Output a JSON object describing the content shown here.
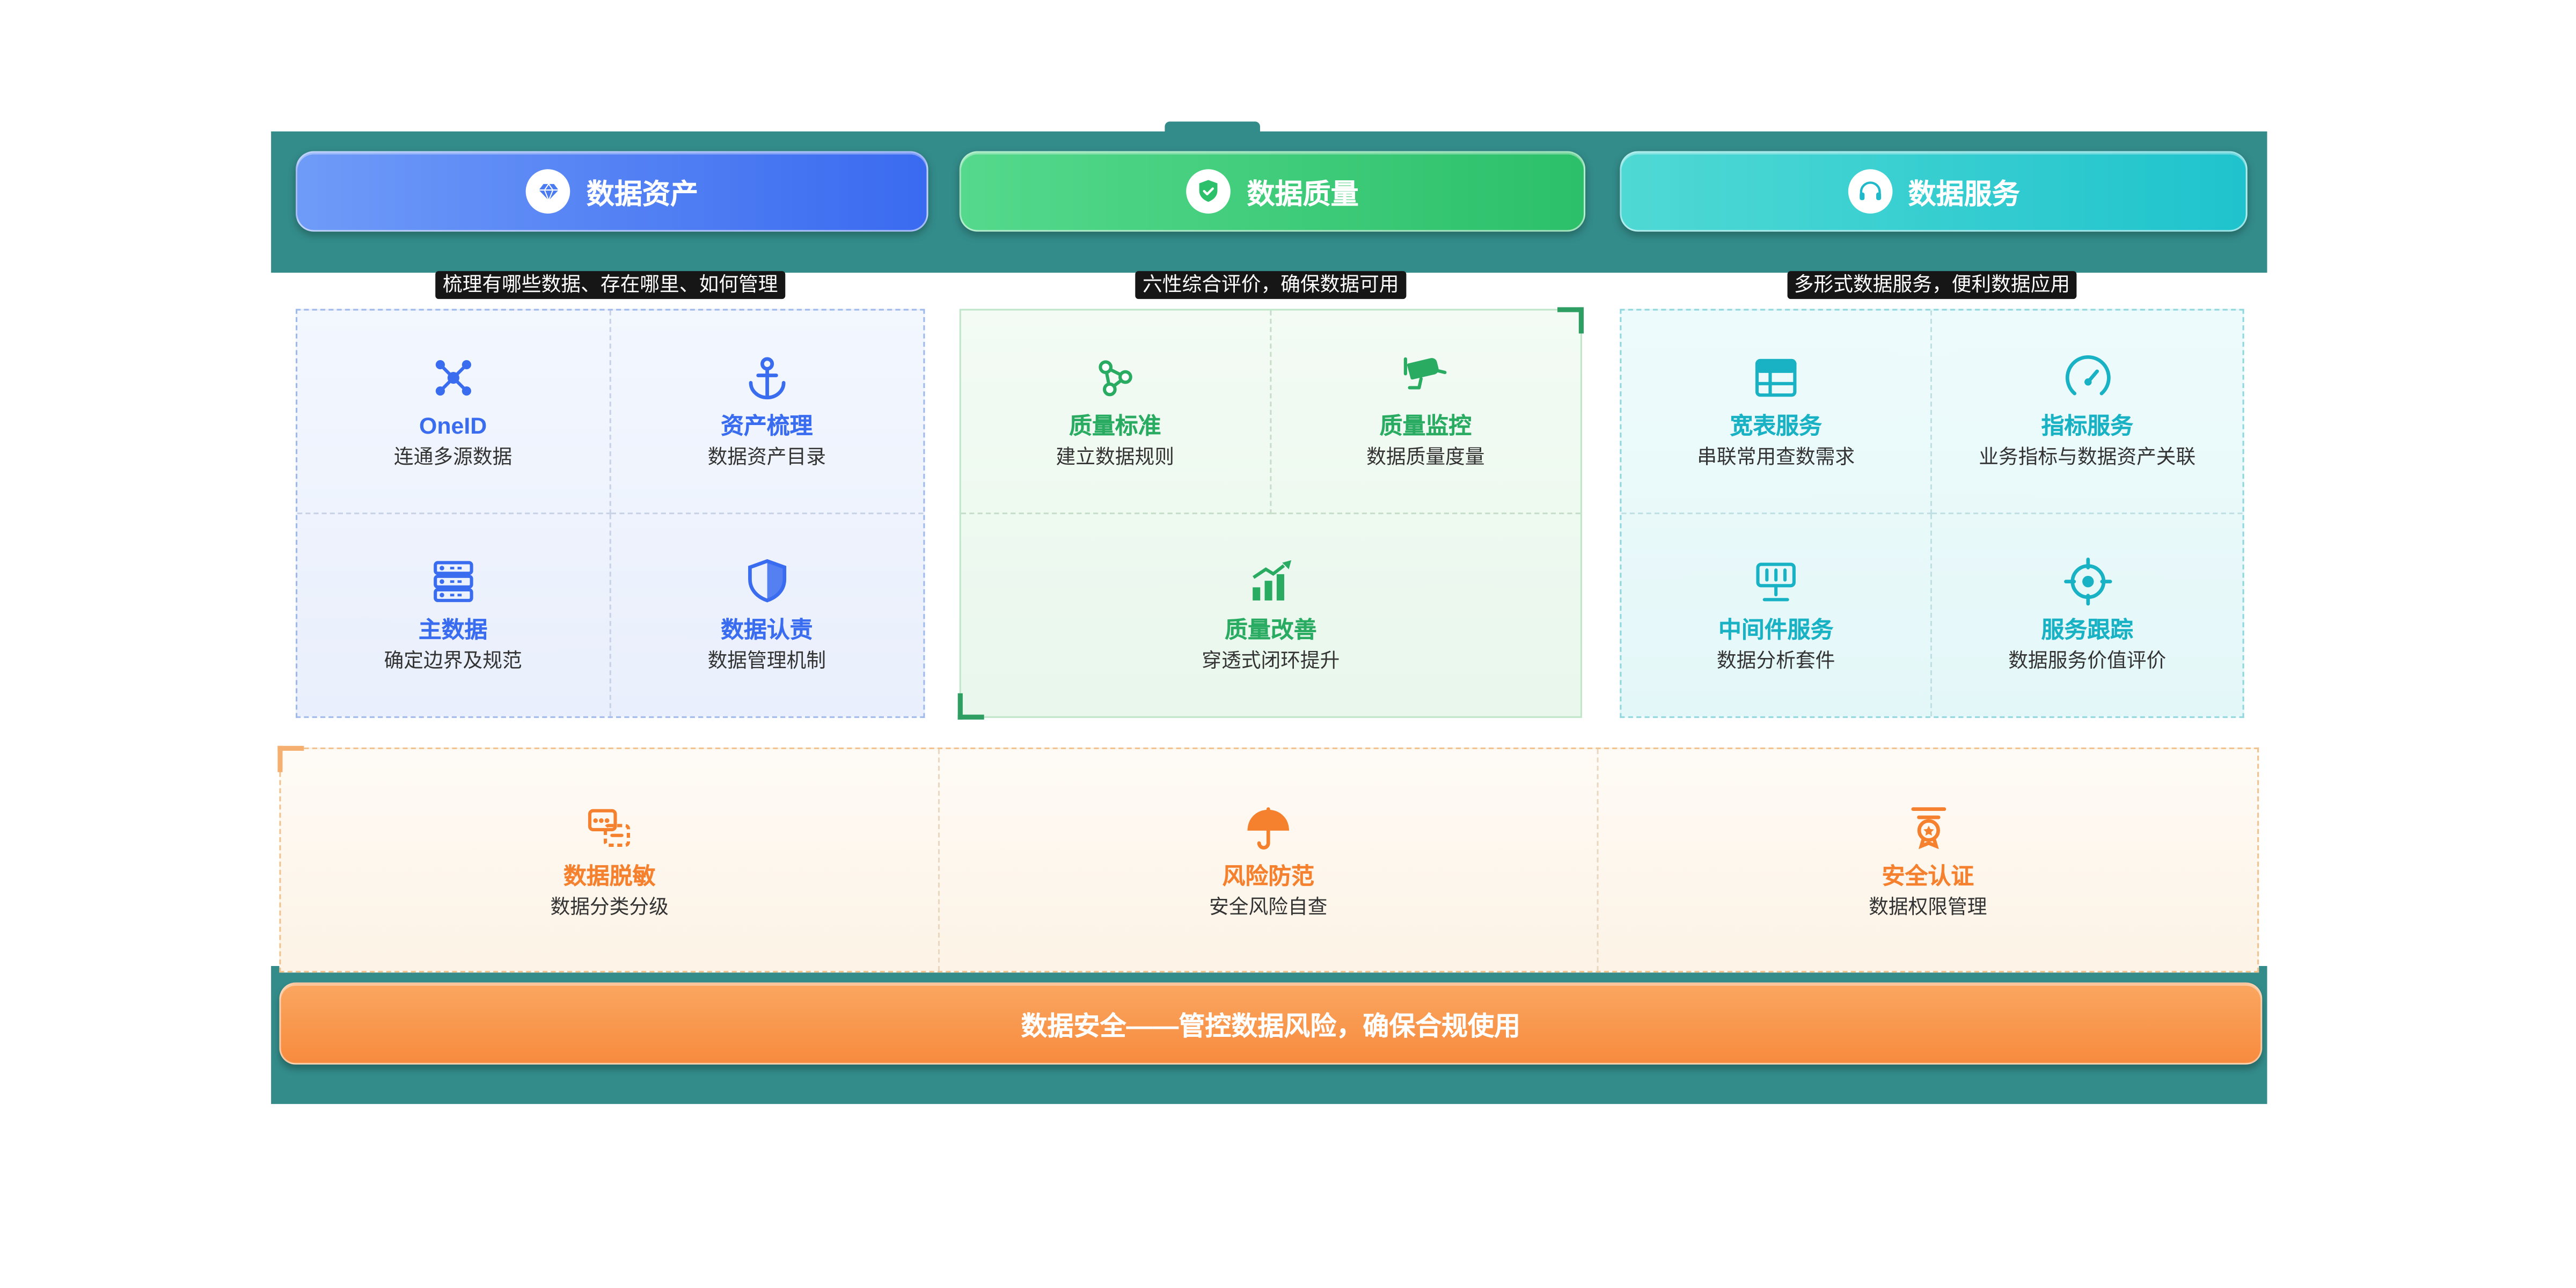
{
  "colors": {
    "teal": "#338c8a",
    "blue": "#3a6cf0",
    "green": "#29ab62",
    "cyan": "#18b2c4",
    "orange": "#f5802e",
    "text_dark": "#333333",
    "pill_blue_from": "#6f9bf8",
    "pill_blue_to": "#3a6af0",
    "pill_green_from": "#55d98c",
    "pill_green_to": "#2cc06a",
    "pill_cyan_from": "#4fd9d4",
    "pill_cyan_to": "#1fc3cd",
    "banner_from": "#faa660",
    "banner_to": "#f78b3e"
  },
  "tabs": [
    {
      "label": "数据资产",
      "subtitle": "梳理有哪些数据、存在哪里、如何管理",
      "icon": "gem-icon"
    },
    {
      "label": "数据质量",
      "subtitle": "六性综合评价，确保数据可用",
      "icon": "shield-check-icon"
    },
    {
      "label": "数据服务",
      "subtitle": "多形式数据服务，便利数据应用",
      "icon": "headset-icon"
    }
  ],
  "panels": [
    {
      "name": "data-assets",
      "items": [
        {
          "title": "OneID",
          "desc": "连通多源数据",
          "icon": "network-icon"
        },
        {
          "title": "资产梳理",
          "desc": "数据资产目录",
          "icon": "anchor-icon"
        },
        {
          "title": "主数据",
          "desc": "确定边界及规范",
          "icon": "server-stack-icon"
        },
        {
          "title": "数据认责",
          "desc": "数据管理机制",
          "icon": "shield-icon"
        }
      ]
    },
    {
      "name": "data-quality",
      "items": [
        {
          "title": "质量标准",
          "desc": "建立数据规则",
          "icon": "rule-nodes-icon"
        },
        {
          "title": "质量监控",
          "desc": "数据质量度量",
          "icon": "cctv-icon"
        },
        {
          "title": "质量改善",
          "desc": "穿透式闭环提升",
          "icon": "chart-up-icon"
        }
      ]
    },
    {
      "name": "data-services",
      "items": [
        {
          "title": "宽表服务",
          "desc": "串联常用查数需求",
          "icon": "table-icon"
        },
        {
          "title": "指标服务",
          "desc": "业务指标与数据资产关联",
          "icon": "gauge-icon"
        },
        {
          "title": "中间件服务",
          "desc": "数据分析套件",
          "icon": "middleware-icon"
        },
        {
          "title": "服务跟踪",
          "desc": "数据服务价值评价",
          "icon": "target-icon"
        }
      ]
    }
  ],
  "security": {
    "items": [
      {
        "title": "数据脱敏",
        "desc": "数据分类分级",
        "icon": "mask-card-icon"
      },
      {
        "title": "风险防范",
        "desc": "安全风险自查",
        "icon": "umbrella-icon"
      },
      {
        "title": "安全认证",
        "desc": "数据权限管理",
        "icon": "badge-icon"
      }
    ],
    "banner": "数据安全——管控数据风险，确保合规使用"
  }
}
